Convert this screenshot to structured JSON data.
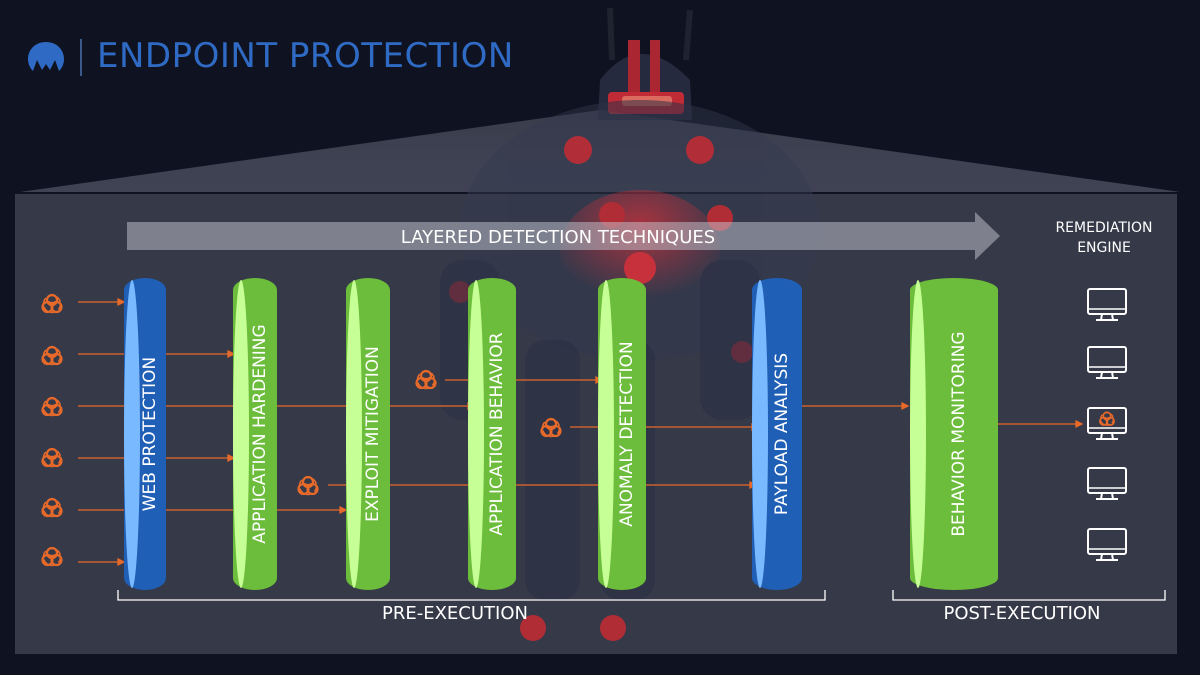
{
  "header": {
    "title": "ENDPOINT PROTECTION",
    "logo_icon": "malwarebytes-logo-icon"
  },
  "diagram": {
    "arrow_label": "LAYERED DETECTION TECHNIQUES",
    "remediation_label_line1": "REMEDIATION",
    "remediation_label_line2": "ENGINE",
    "layers": [
      {
        "label": "WEB PROTECTION",
        "color": "#1f5fb5"
      },
      {
        "label": "APPLICATION HARDENING",
        "color": "#6cbd3b"
      },
      {
        "label": "EXPLOIT MITIGATION",
        "color": "#6cbd3b"
      },
      {
        "label": "APPLICATION BEHAVIOR",
        "color": "#6cbd3b"
      },
      {
        "label": "ANOMALY DETECTION",
        "color": "#6cbd3b"
      },
      {
        "label": "PAYLOAD ANALYSIS",
        "color": "#1f5fb5"
      },
      {
        "label": "BEHAVIOR MONITORING",
        "color": "#6cbd3b"
      }
    ],
    "pre_execution_label": "PRE-EXECUTION",
    "post_execution_label": "POST-EXECUTION",
    "threat_icon": "biohazard-icon",
    "monitor_icon": "monitor-icon",
    "threat_color": "#e86a2a",
    "background_color": "#3a3d4c"
  }
}
